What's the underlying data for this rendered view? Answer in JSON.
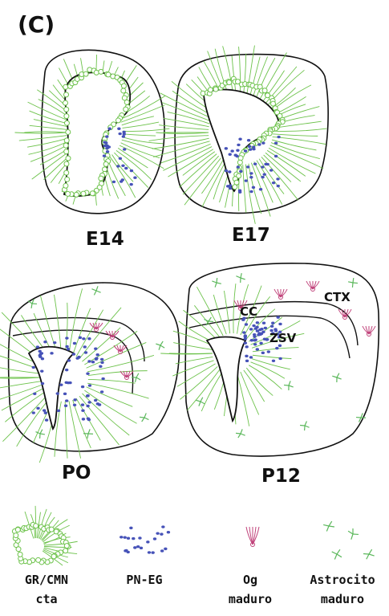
{
  "figure": {
    "panel_letter": "(C)",
    "stage_labels": {
      "e14": "E14",
      "e17": "E17",
      "p0": "PO",
      "p12": "P12"
    },
    "region_labels": {
      "cc": "CC",
      "ctx": "CTX",
      "zsv": "ZSV"
    },
    "legend": [
      {
        "line1": "GR/CMN",
        "line2": "cta",
        "icon": "radial-glia-icon"
      },
      {
        "line1": "PN-EG",
        "line2": "",
        "icon": "progenitor-cluster-icon"
      },
      {
        "line1": "Og",
        "line2": "maduro",
        "icon": "oligodendrocyte-icon"
      },
      {
        "line1": "Astrocito",
        "line2": "maduro",
        "icon": "astrocyte-icon"
      }
    ]
  },
  "colors": {
    "outline": "#111111",
    "glia_green": "#6cc24a",
    "progenitor_blue": "#4652b8",
    "oligo_pink": "#c0427a",
    "astro_green": "#5cb85c"
  }
}
